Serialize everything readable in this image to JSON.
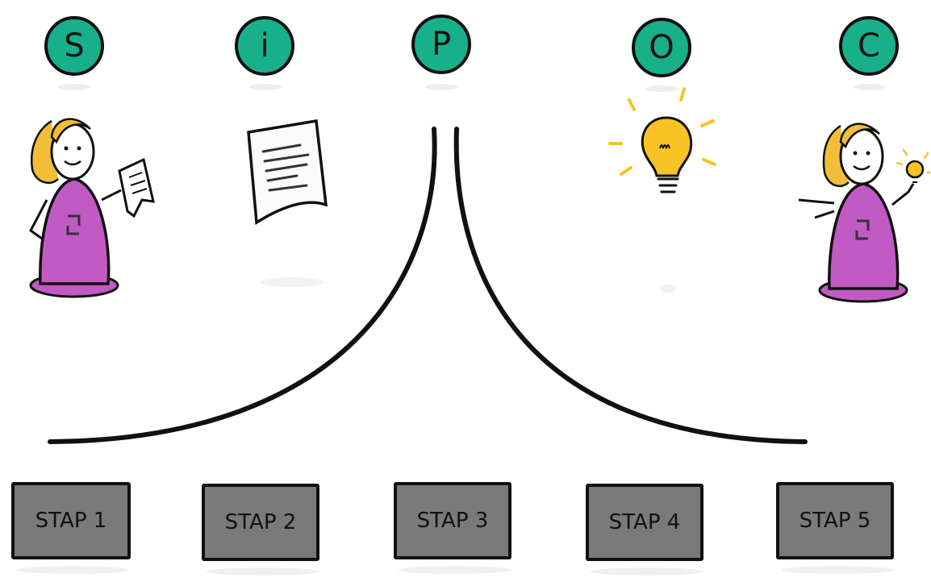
{
  "colors": {
    "circle_fill": "#17b08a",
    "step_fill": "#7a7a7a",
    "person_dress": "#c25ac4",
    "hair": "#f2be3a",
    "bulb": "#f7c325",
    "ink": "#111111"
  },
  "letters": [
    "S",
    "i",
    "P",
    "O",
    "C"
  ],
  "steps": [
    "STAP 1",
    "STAP 2",
    "STAP 3",
    "STAP 4",
    "STAP 5"
  ],
  "icons": {
    "supplier": "person-with-document-icon",
    "input": "document-icon",
    "process": "funnel-curves",
    "output": "lightbulb-icon",
    "customer": "person-with-lightbulb-icon"
  }
}
